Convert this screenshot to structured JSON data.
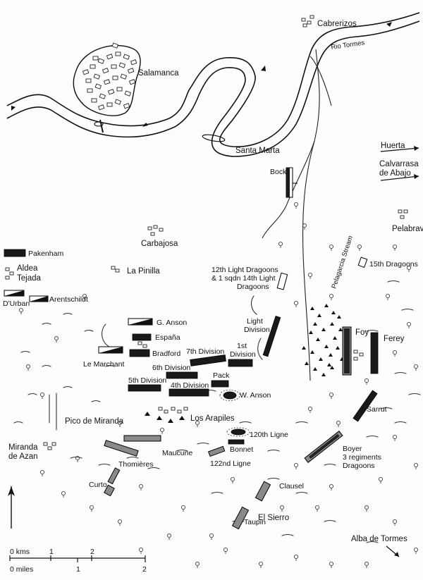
{
  "places": {
    "cabrerizos": "Cabrerizos",
    "rio_tormes": "Rio Tormes",
    "salamanca": "Salamanca",
    "santa_marta": "Santa Marta",
    "huerta": "Huerta",
    "calvarrasa_1": "Calvarrasa",
    "calvarrasa_2": "de Abajo",
    "pelabravo": "Pelabravo",
    "carbajosa": "Carbajosa",
    "la_pinilla": "La Pinilla",
    "aldea_1": "Aldea",
    "aldea_2": "Tejada",
    "pelagarcia": "Pelagarcia Stream",
    "pico": "Pico de Miranda",
    "miranda_1": "Miranda",
    "miranda_2": "de Azan",
    "los_arapiles": "Los Arapiles",
    "el_sierro": "El Sierro",
    "alba": "Alba de Tormes"
  },
  "units": {
    "bock": "Bock",
    "pakenham": "Pakenham",
    "durban": "D'Urban",
    "arentschildt": "Arentschildt",
    "dragoons12_1": "12th Light Dragoons",
    "dragoons12_2": "& 1 sqdn 14th Light",
    "dragoons12_3": "Dragoons",
    "dragoons15": "15th Dragoons",
    "g_anson": "G. Anson",
    "espana": "España",
    "bradford": "Bradford",
    "le_marchant": "Le Marchant",
    "div7": "7th Division",
    "div1_1": "1st",
    "div1_2": "Division",
    "light_1": "Light",
    "light_2": "Division",
    "div6": "6th Division",
    "div5": "5th Division",
    "div4": "4th Division",
    "pack": "Pack",
    "w_anson": "W. Anson",
    "foy": "Foy",
    "ferey": "Ferey",
    "sarrut": "Sarrut",
    "ligne120": "120th Ligne",
    "bonnet": "Bonnet",
    "maucune": "Maucune",
    "thomieres": "Thomières",
    "ligne122": "122nd Ligne",
    "boyer_1": "Boyer",
    "boyer_2": "3 regiments",
    "boyer_3": "Dragoons",
    "clausel": "Clausel",
    "curto": "Curto",
    "taupin": "Taupin"
  },
  "scale": {
    "kms_label": "0 kms",
    "kms_1": "1",
    "kms_2": "2",
    "miles_label": "0 miles",
    "miles_1": "1",
    "miles_2": "2"
  },
  "icons": {
    "north": "north-arrow-icon"
  }
}
